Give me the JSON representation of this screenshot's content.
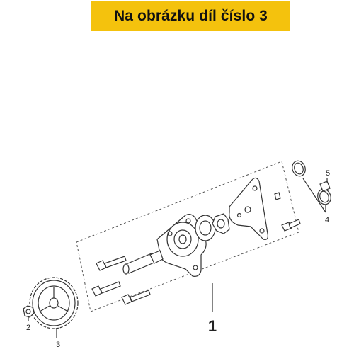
{
  "banner": {
    "text": "Na obrázku díl číslo 3",
    "color": "#f4c20d"
  },
  "callouts": {
    "assembly": "1",
    "nut": "2",
    "sprocket": "3",
    "seal_rings": "4",
    "dowel_pin": "5"
  }
}
